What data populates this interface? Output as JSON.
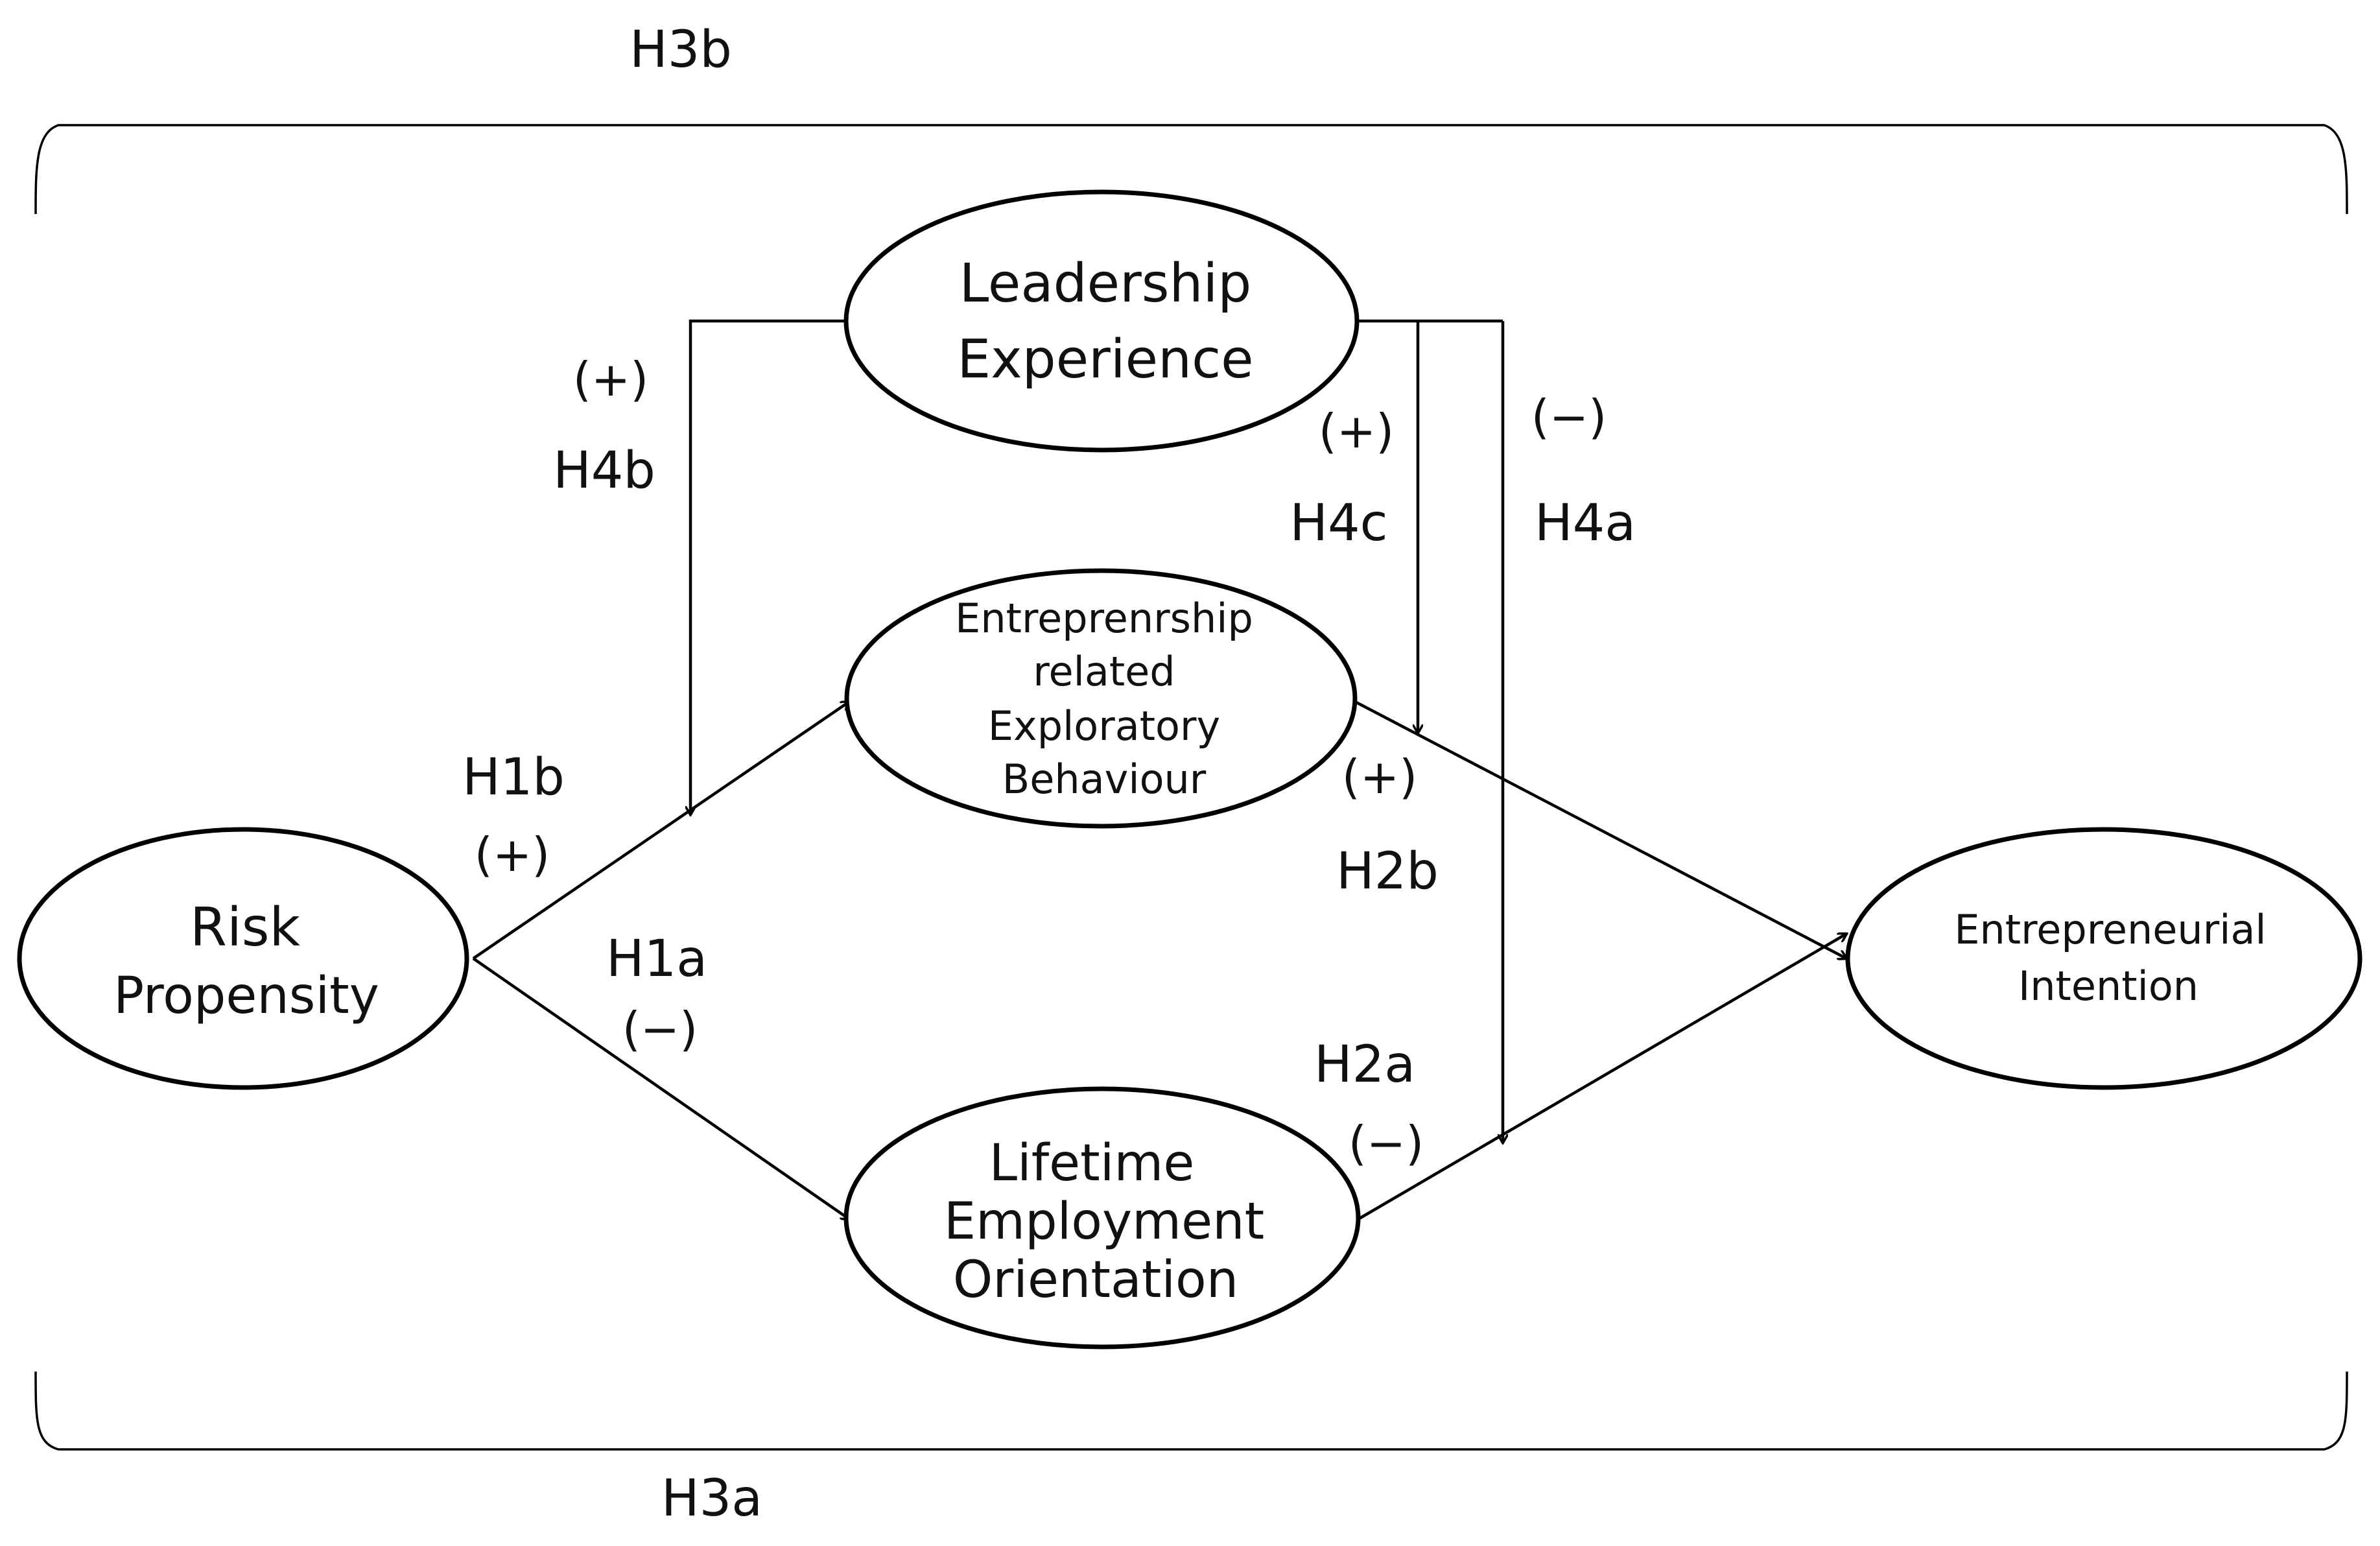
{
  "nodes": {
    "leadership": [
      "Leadership",
      "Experience"
    ],
    "exploratory": [
      "Entreprenrship",
      "related",
      "Exploratory",
      "Behaviour"
    ],
    "risk": [
      "Risk",
      "Propensity"
    ],
    "lifetime": [
      "Lifetime",
      "Employment",
      "Orientation"
    ],
    "intention": [
      "Entrepreneurial",
      "Intention"
    ]
  },
  "hypotheses": {
    "h3b": "H3b",
    "h3a": "H3a",
    "h4b": {
      "label": "H4b",
      "sign": "(+)"
    },
    "h4c": {
      "label": "H4c",
      "sign": "(+)"
    },
    "h4a": {
      "label": "H4a",
      "sign": "(−)"
    },
    "h1b": {
      "label": "H1b",
      "sign": "(+)"
    },
    "h1a": {
      "label": "H1a",
      "sign": "(−)"
    },
    "h2b": {
      "label": "H2b",
      "sign": "(+)"
    },
    "h2a": {
      "label": "H2a",
      "sign": "(−)"
    }
  }
}
